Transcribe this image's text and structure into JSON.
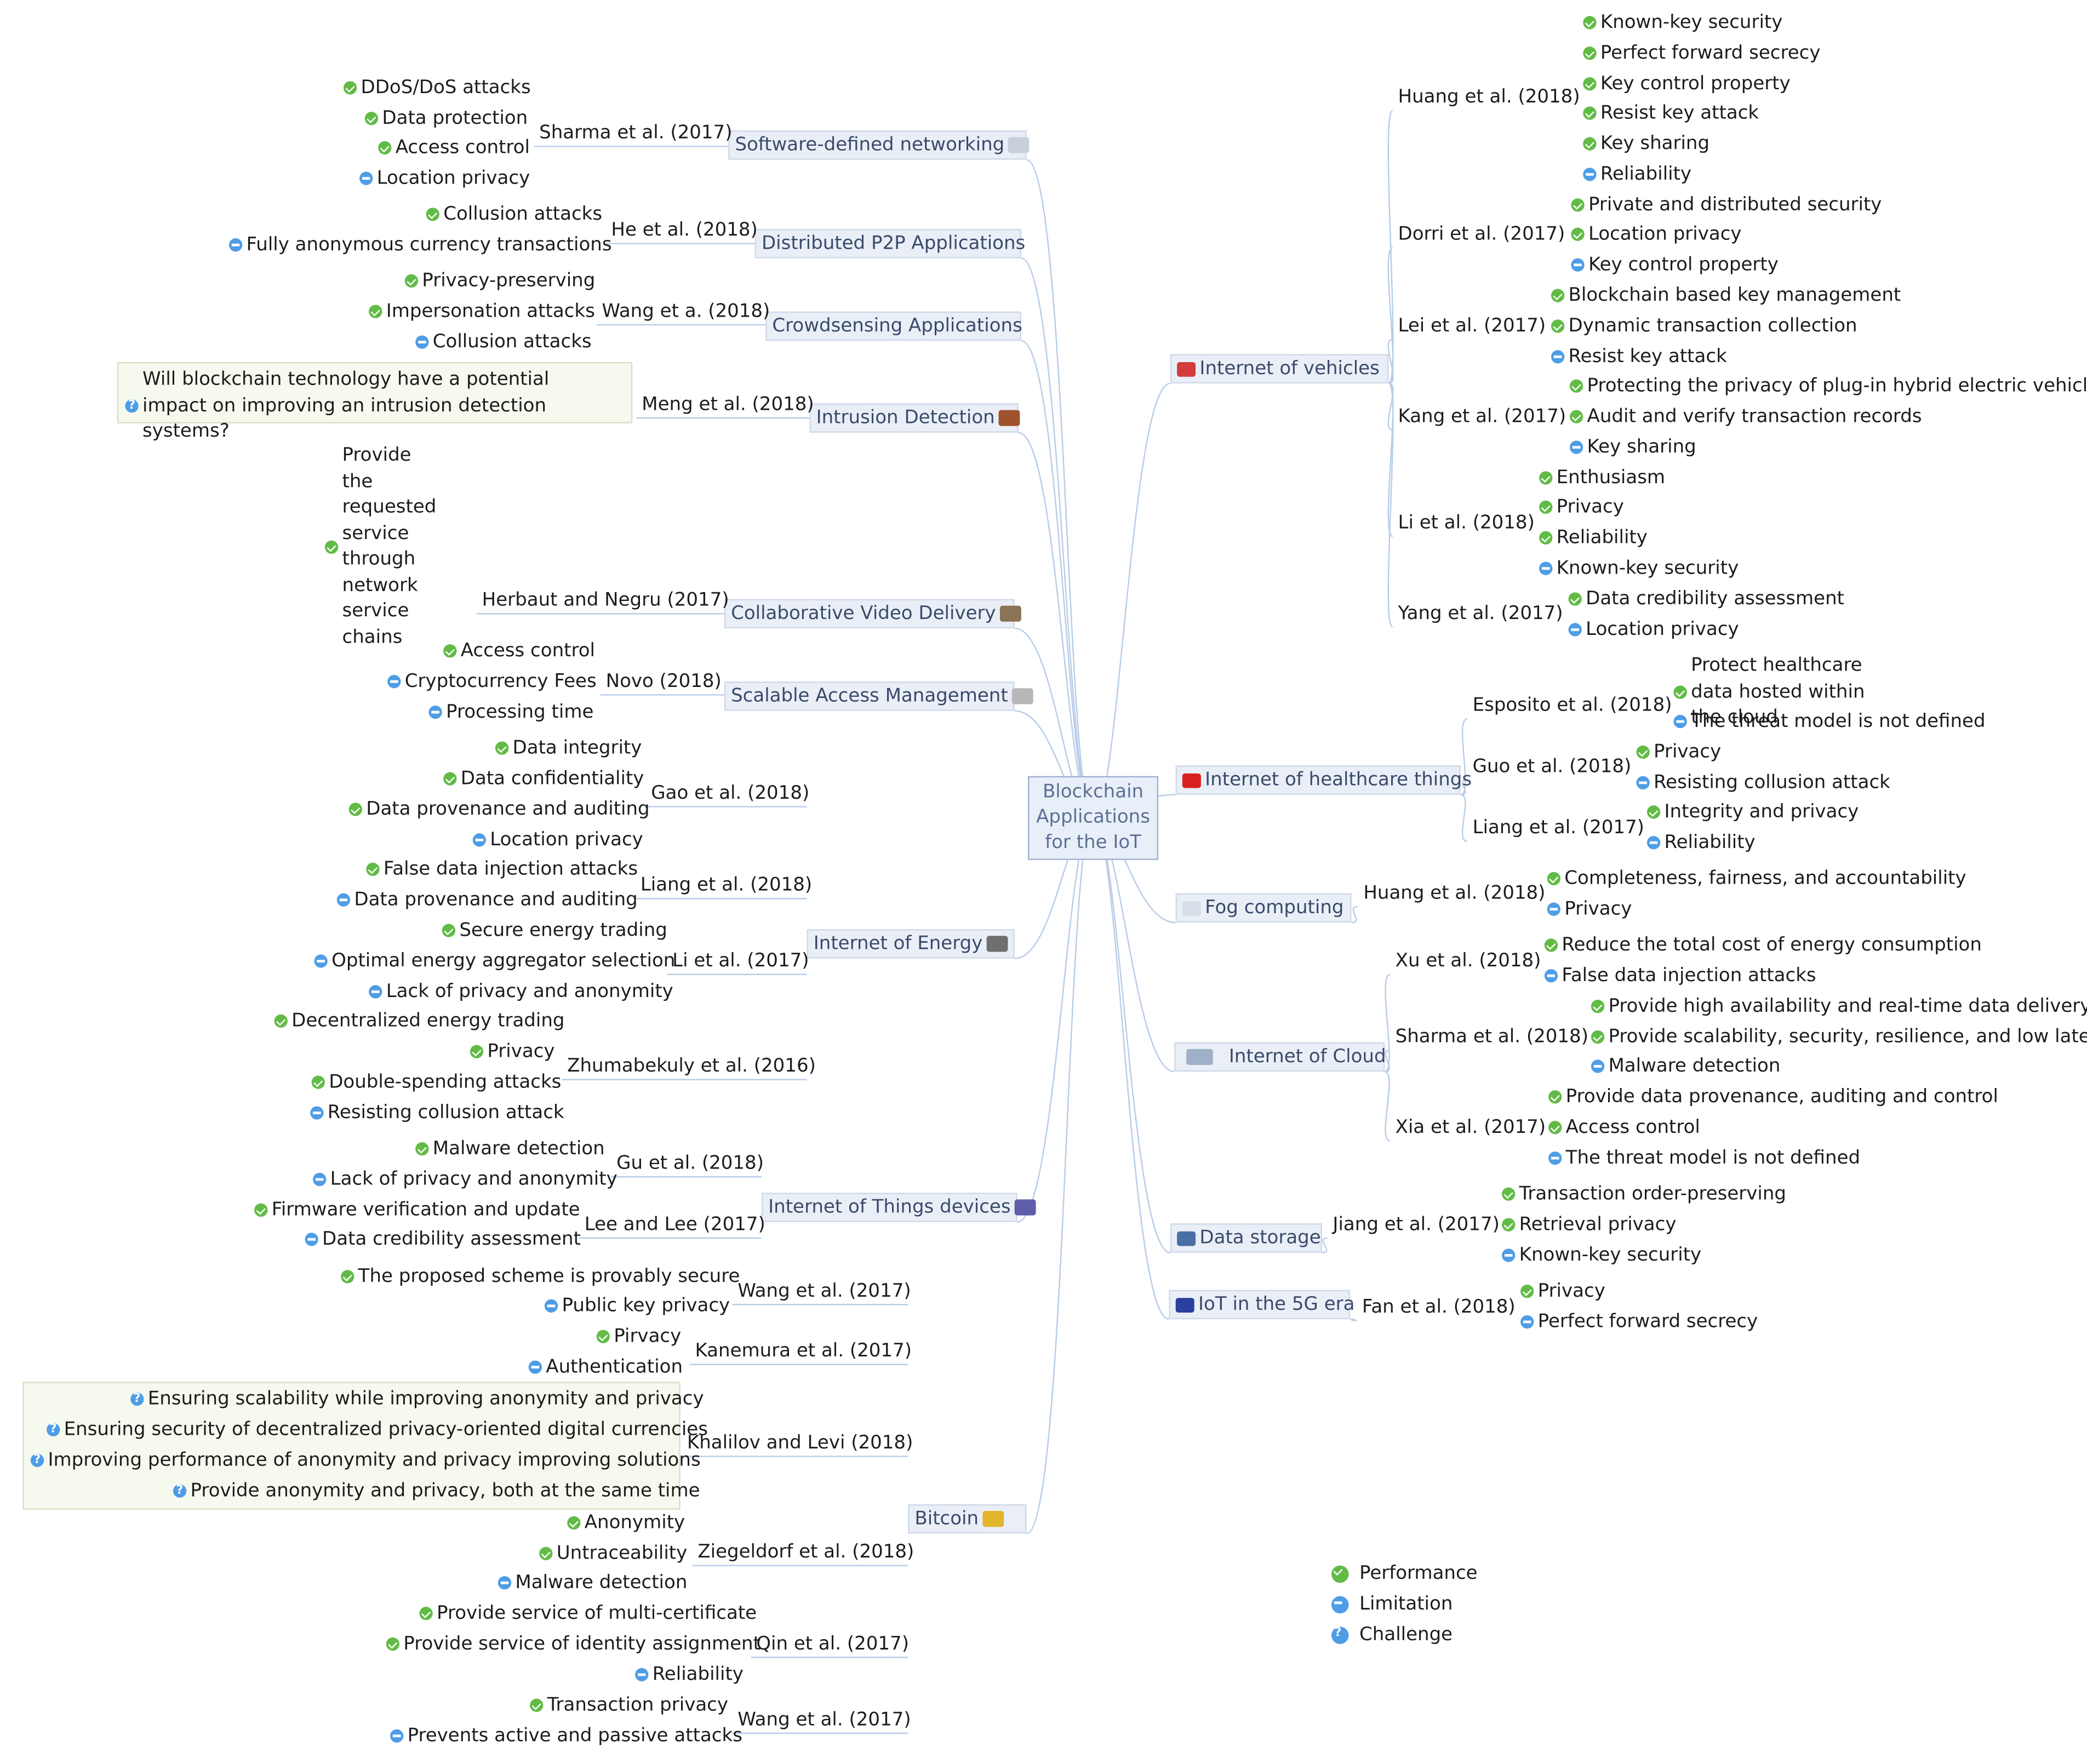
{
  "root": {
    "title": "Blockchain Applications for the IoT"
  },
  "legend": {
    "performance": "Performance",
    "limitation": "Limitation",
    "challenge": "Challenge"
  },
  "colors": {
    "performance": "#62bb46",
    "limitation": "#4e9de6",
    "challenge": "#4e9de6",
    "topic_fill": "#eaeff7",
    "link": "#b8cde8"
  },
  "left": [
    {
      "topic": "Software-defined networking",
      "icon": "network-icon",
      "refs": [
        {
          "ref": "Sharma et al. (2017)",
          "items": [
            [
              "perf",
              "DDoS/DoS attacks"
            ],
            [
              "perf",
              "Data protection"
            ],
            [
              "perf",
              "Access control"
            ],
            [
              "lim",
              "Location privacy"
            ]
          ]
        }
      ]
    },
    {
      "topic": "Distributed P2P Applications",
      "icon": "",
      "refs": [
        {
          "ref": "He et al. (2018)",
          "items": [
            [
              "perf",
              "Collusion attacks"
            ],
            [
              "lim",
              "Fully anonymous currency transactions"
            ]
          ]
        }
      ]
    },
    {
      "topic": "Crowdsensing Applications",
      "icon": "",
      "refs": [
        {
          "ref": "Wang et a. (2018)",
          "items": [
            [
              "perf",
              "Privacy-preserving"
            ],
            [
              "perf",
              "Impersonation attacks"
            ],
            [
              "lim",
              "Collusion attacks"
            ]
          ]
        }
      ]
    },
    {
      "topic": "Intrusion Detection",
      "icon": "firewall-icon",
      "refs": [
        {
          "ref": "Meng et al. (2018)",
          "items": [
            [
              "chal",
              "Will blockchain technology have a potential impact on improving an intrusion detection systems?"
            ]
          ]
        }
      ]
    },
    {
      "topic": "Collaborative Video Delivery",
      "icon": "video-icon",
      "refs": [
        {
          "ref": "Herbaut and Negru (2017)",
          "items": [
            [
              "perf",
              "Provide the requested service through network service chains"
            ],
            [
              "lim",
              "Lack of privacy and anonymity"
            ]
          ]
        }
      ]
    },
    {
      "topic": "Scalable Access Management",
      "icon": "server-icon",
      "refs": [
        {
          "ref": "Novo (2018)",
          "items": [
            [
              "perf",
              "Access control"
            ],
            [
              "lim",
              "Cryptocurrency Fees"
            ],
            [
              "lim",
              "Processing time"
            ]
          ]
        }
      ]
    },
    {
      "topic": "Internet of Energy",
      "icon": "tools-icon",
      "refs": [
        {
          "ref": "Gao et al. (2018)",
          "items": [
            [
              "perf",
              "Data integrity"
            ],
            [
              "perf",
              "Data confidentiality"
            ],
            [
              "perf",
              "Data provenance and auditing"
            ],
            [
              "lim",
              "Location privacy"
            ]
          ]
        },
        {
          "ref": "Liang et al. (2018)",
          "items": [
            [
              "perf",
              "False data injection attacks"
            ],
            [
              "lim",
              "Data provenance and auditing"
            ]
          ]
        },
        {
          "ref": "Li et al. (2017)",
          "items": [
            [
              "perf",
              "Secure energy trading"
            ],
            [
              "lim",
              "Optimal energy aggregator selection"
            ],
            [
              "lim",
              "Lack of privacy and anonymity"
            ]
          ]
        },
        {
          "ref": "Zhumabekuly et al. (2016)",
          "items": [
            [
              "perf",
              "Decentralized energy trading"
            ],
            [
              "perf",
              "Privacy"
            ],
            [
              "perf",
              "Double-spending attacks"
            ],
            [
              "lim",
              "Resisting collusion attack"
            ]
          ]
        }
      ]
    },
    {
      "topic": "Internet of Things devices",
      "icon": "device-icon",
      "refs": [
        {
          "ref": "Gu et al. (2018)",
          "items": [
            [
              "perf",
              "Malware detection"
            ],
            [
              "lim",
              "Lack of privacy and anonymity"
            ]
          ]
        },
        {
          "ref": "Lee and Lee (2017)",
          "items": [
            [
              "perf",
              "Firmware verification and update"
            ],
            [
              "lim",
              "Data credibility assessment"
            ]
          ]
        }
      ]
    },
    {
      "topic": "Bitcoin",
      "icon": "coins-icon",
      "refs": [
        {
          "ref": "Wang et al. (2017)",
          "items": [
            [
              "perf",
              "The proposed scheme is provably secure"
            ],
            [
              "lim",
              "Public key privacy"
            ]
          ]
        },
        {
          "ref": "Kanemura et al. (2017)",
          "items": [
            [
              "perf",
              "Pirvacy"
            ],
            [
              "lim",
              "Authentication"
            ]
          ]
        },
        {
          "ref": "Khalilov and Levi (2018)",
          "items": [
            [
              "chal",
              "Ensuring scalability while improving anonymity and privacy"
            ],
            [
              "chal",
              "Ensuring security of decentralized privacy-oriented digital currencies"
            ],
            [
              "chal",
              "Improving performance of anonymity and privacy improving solutions"
            ],
            [
              "chal",
              "Provide anonymity and privacy, both at the same time"
            ]
          ]
        },
        {
          "ref": "Ziegeldorf et al. (2018)",
          "items": [
            [
              "perf",
              "Anonymity"
            ],
            [
              "perf",
              "Untraceability"
            ],
            [
              "lim",
              "Malware detection"
            ]
          ]
        },
        {
          "ref": "Qin et al. (2017)",
          "items": [
            [
              "perf",
              "Provide service of multi-certificate"
            ],
            [
              "perf",
              "Provide service of identity assignment"
            ],
            [
              "lim",
              "Reliability"
            ]
          ]
        },
        {
          "ref": "Wang et al. (2017)",
          "items": [
            [
              "perf",
              "Transaction privacy"
            ],
            [
              "lim",
              "Prevents active and passive attacks"
            ]
          ]
        }
      ]
    }
  ],
  "right": [
    {
      "topic": "Internet of vehicles",
      "icon": "car-icon",
      "refs": [
        {
          "ref": "Huang et al. (2018)",
          "items": [
            [
              "perf",
              "Known-key security"
            ],
            [
              "perf",
              "Perfect forward secrecy"
            ],
            [
              "perf",
              "Key control property"
            ],
            [
              "perf",
              "Resist key attack"
            ],
            [
              "perf",
              "Key sharing"
            ],
            [
              "lim",
              "Reliability"
            ]
          ]
        },
        {
          "ref": "Dorri et al. (2017)",
          "items": [
            [
              "perf",
              "Private and distributed security"
            ],
            [
              "perf",
              "Location privacy"
            ],
            [
              "lim",
              "Key control property"
            ]
          ]
        },
        {
          "ref": "Lei et al. (2017)",
          "items": [
            [
              "perf",
              "Blockchain based key management"
            ],
            [
              "perf",
              "Dynamic transaction collection"
            ],
            [
              "lim",
              "Resist key attack"
            ]
          ]
        },
        {
          "ref": "Kang et al. (2017)",
          "items": [
            [
              "perf",
              "Protecting the privacy of plug-in hybrid electric vehicles"
            ],
            [
              "perf",
              "Audit and verify transaction records"
            ],
            [
              "lim",
              "Key sharing"
            ]
          ]
        },
        {
          "ref": "Li et al. (2018)",
          "items": [
            [
              "perf",
              "Enthusiasm"
            ],
            [
              "perf",
              "Privacy"
            ],
            [
              "perf",
              "Reliability"
            ],
            [
              "lim",
              "Known-key security"
            ]
          ]
        },
        {
          "ref": "Yang et al. (2017)",
          "items": [
            [
              "perf",
              "Data credibility assessment"
            ],
            [
              "lim",
              "Location privacy"
            ]
          ]
        }
      ]
    },
    {
      "topic": "Internet of healthcare things",
      "icon": "medical-cross-icon",
      "refs": [
        {
          "ref": "Esposito et al. (2018)",
          "items": [
            [
              "perf",
              "Protect healthcare data hosted within the cloud"
            ],
            [
              "lim",
              "The threat model is not defined"
            ]
          ]
        },
        {
          "ref": "Guo et al. (2018)",
          "items": [
            [
              "perf",
              "Privacy"
            ],
            [
              "lim",
              "Resisting collusion attack"
            ]
          ]
        },
        {
          "ref": "Liang et al. (2017)",
          "items": [
            [
              "perf",
              "Integrity and privacy"
            ],
            [
              "lim",
              "Reliability"
            ]
          ]
        }
      ]
    },
    {
      "topic": "Fog computing",
      "icon": "cloud-icon",
      "refs": [
        {
          "ref": "Huang et al. (2018)",
          "items": [
            [
              "perf",
              "Completeness, fairness, and accountability"
            ],
            [
              "lim",
              "Privacy"
            ]
          ]
        }
      ]
    },
    {
      "topic": "Internet of Cloud",
      "icon": "cloud-computer-icon",
      "refs": [
        {
          "ref": "Xu et al. (2018)",
          "items": [
            [
              "perf",
              "Reduce the total cost of energy consumption"
            ],
            [
              "lim",
              "False data injection attacks"
            ]
          ]
        },
        {
          "ref": "Sharma et al. (2018)",
          "items": [
            [
              "perf",
              "Provide high availability and real-time data delivery"
            ],
            [
              "perf",
              "Provide scalability, security, resilience, and low latency"
            ],
            [
              "lim",
              "Malware detection"
            ]
          ]
        },
        {
          "ref": "Xia et al. (2017)",
          "items": [
            [
              "perf",
              "Provide data provenance, auditing and control"
            ],
            [
              "perf",
              "Access control"
            ],
            [
              "lim",
              "The threat model is not defined"
            ]
          ]
        }
      ]
    },
    {
      "topic": "Data storage",
      "icon": "database-icon",
      "refs": [
        {
          "ref": "Jiang et al. (2017)",
          "items": [
            [
              "perf",
              "Transaction order-preserving"
            ],
            [
              "perf",
              "Retrieval privacy"
            ],
            [
              "lim",
              "Known-key security"
            ]
          ]
        }
      ]
    },
    {
      "topic": "IoT in the 5G era",
      "icon": "antenna-icon",
      "refs": [
        {
          "ref": "Fan et al. (2018)",
          "items": [
            [
              "perf",
              "Privacy"
            ],
            [
              "lim",
              "Perfect forward secrecy"
            ]
          ]
        }
      ]
    }
  ]
}
